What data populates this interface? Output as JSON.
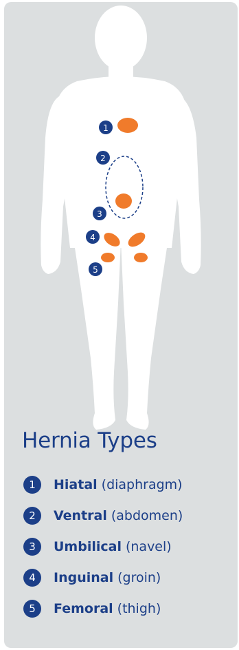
{
  "colors": {
    "panel": "#dcdfe0",
    "figure": "#ffffff",
    "accent": "#f07b2b",
    "brand": "#1c3f88"
  },
  "figure_markers": [
    "1",
    "2",
    "3",
    "4",
    "5"
  ],
  "legend": {
    "title": "Hernia Types",
    "items": [
      {
        "number": "1",
        "term": "Hiatal",
        "desc": "(diaphragm)"
      },
      {
        "number": "2",
        "term": "Ventral",
        "desc": "(abdomen)"
      },
      {
        "number": "3",
        "term": "Umbilical",
        "desc": "(navel)"
      },
      {
        "number": "4",
        "term": "Inguinal",
        "desc": "(groin)"
      },
      {
        "number": "5",
        "term": "Femoral",
        "desc": "(thigh)"
      }
    ]
  }
}
